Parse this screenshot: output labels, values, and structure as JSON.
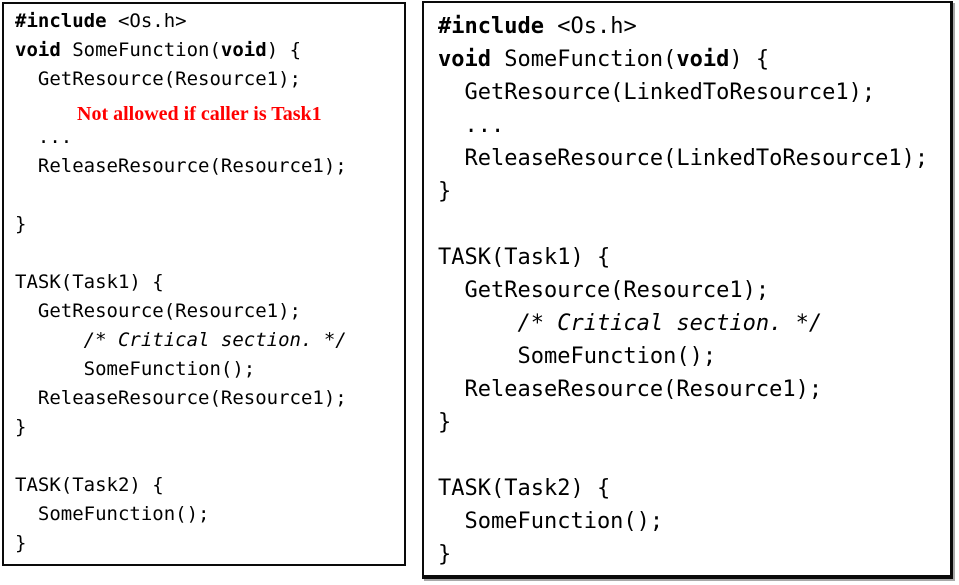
{
  "page": {
    "background": "#ffffff"
  },
  "colors": {
    "code_text": "#000000",
    "keyword_text": "#000000",
    "annotation_red": "#ff0000",
    "panel_border": "#0a0a0a",
    "panel_shadow": "#a8a8a8"
  },
  "panels": [
    {
      "id": "left",
      "lines": [
        {
          "type": "code",
          "seg": [
            {
              "t": "#include",
              "s": "b"
            },
            {
              "t": " <Os.h>"
            }
          ]
        },
        {
          "type": "code",
          "seg": [
            {
              "t": "void",
              "s": "b"
            },
            {
              "t": " SomeFunction("
            },
            {
              "t": "void",
              "s": "b"
            },
            {
              "t": ") {"
            }
          ]
        },
        {
          "type": "code",
          "seg": [
            {
              "t": "  GetResource(Resource1);"
            }
          ]
        },
        {
          "type": "annotation",
          "text": "Not allowed if caller is Task1"
        },
        {
          "type": "code",
          "seg": [
            {
              "t": "  ..."
            }
          ]
        },
        {
          "type": "code",
          "seg": [
            {
              "t": "  ReleaseResource(Resource1);"
            }
          ]
        },
        {
          "type": "blank"
        },
        {
          "type": "code",
          "seg": [
            {
              "t": "}"
            }
          ]
        },
        {
          "type": "blank"
        },
        {
          "type": "code",
          "seg": [
            {
              "t": "TASK(Task1) {"
            }
          ]
        },
        {
          "type": "code",
          "seg": [
            {
              "t": "  GetResource(Resource1);"
            }
          ]
        },
        {
          "type": "code",
          "seg": [
            {
              "t": "      /* Critical section. */",
              "s": "i"
            }
          ]
        },
        {
          "type": "code",
          "seg": [
            {
              "t": "      SomeFunction();"
            }
          ]
        },
        {
          "type": "code",
          "seg": [
            {
              "t": "  ReleaseResource(Resource1);"
            }
          ]
        },
        {
          "type": "code",
          "seg": [
            {
              "t": "}"
            }
          ]
        },
        {
          "type": "blank"
        },
        {
          "type": "code",
          "seg": [
            {
              "t": "TASK(Task2) {"
            }
          ]
        },
        {
          "type": "code",
          "seg": [
            {
              "t": "  SomeFunction();"
            }
          ]
        },
        {
          "type": "code",
          "seg": [
            {
              "t": "}"
            }
          ]
        }
      ]
    },
    {
      "id": "right",
      "lines": [
        {
          "type": "code",
          "seg": [
            {
              "t": "#include",
              "s": "b"
            },
            {
              "t": " <Os.h>"
            }
          ]
        },
        {
          "type": "code",
          "seg": [
            {
              "t": "void",
              "s": "b"
            },
            {
              "t": " SomeFunction("
            },
            {
              "t": "void",
              "s": "b"
            },
            {
              "t": ") {"
            }
          ]
        },
        {
          "type": "code",
          "seg": [
            {
              "t": "  GetResource(LinkedToResource1);"
            }
          ]
        },
        {
          "type": "code",
          "seg": [
            {
              "t": "  ..."
            }
          ]
        },
        {
          "type": "code",
          "seg": [
            {
              "t": "  ReleaseResource(LinkedToResource1);"
            }
          ]
        },
        {
          "type": "code",
          "seg": [
            {
              "t": "}"
            }
          ]
        },
        {
          "type": "blank"
        },
        {
          "type": "code",
          "seg": [
            {
              "t": "TASK(Task1) {"
            }
          ]
        },
        {
          "type": "code",
          "seg": [
            {
              "t": "  GetResource(Resource1);"
            }
          ]
        },
        {
          "type": "code",
          "seg": [
            {
              "t": "      /* Critical section. */",
              "s": "i"
            }
          ]
        },
        {
          "type": "code",
          "seg": [
            {
              "t": "      SomeFunction();"
            }
          ]
        },
        {
          "type": "code",
          "seg": [
            {
              "t": "  ReleaseResource(Resource1);"
            }
          ]
        },
        {
          "type": "code",
          "seg": [
            {
              "t": "}"
            }
          ]
        },
        {
          "type": "blank"
        },
        {
          "type": "code",
          "seg": [
            {
              "t": "TASK(Task2) {"
            }
          ]
        },
        {
          "type": "code",
          "seg": [
            {
              "t": "  SomeFunction();"
            }
          ]
        },
        {
          "type": "code",
          "seg": [
            {
              "t": "}"
            }
          ]
        }
      ]
    }
  ]
}
